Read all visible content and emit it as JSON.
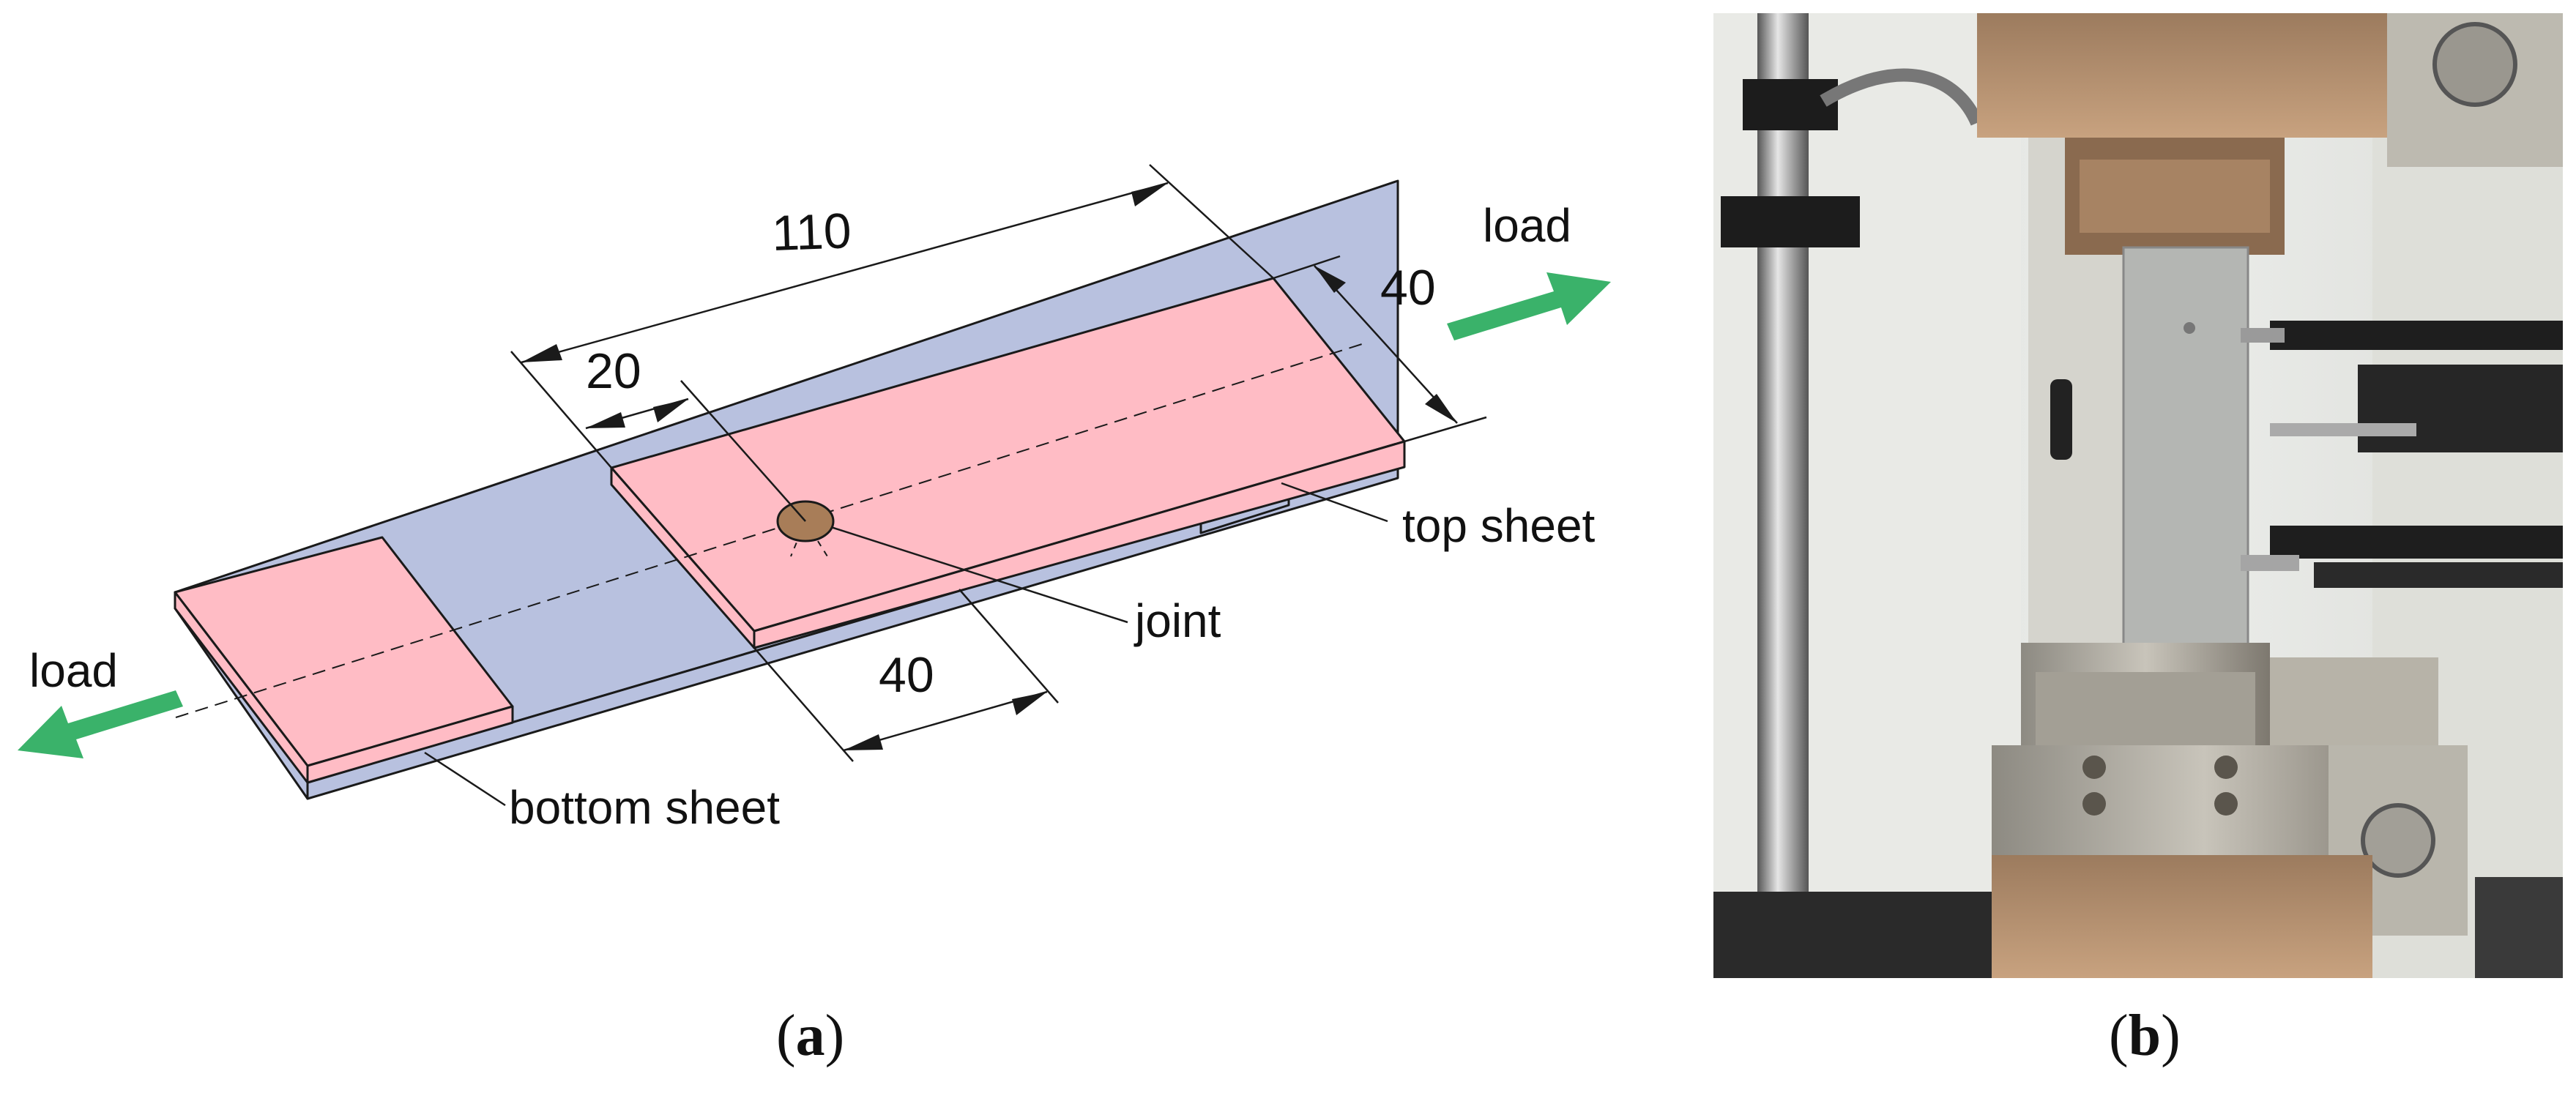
{
  "figure": {
    "diagram": {
      "dimensions": {
        "overall_length": "110",
        "overlap_edge": "20",
        "width": "40",
        "bottom_overlap": "40"
      },
      "labels": {
        "load_left": "load",
        "load_right": "load",
        "top_sheet": "top sheet",
        "bottom_sheet": "bottom sheet",
        "joint": "joint"
      },
      "colors": {
        "top_sheet": "#ffbcc5",
        "bottom_sheet": "#b8c1df",
        "joint": "#a87d58",
        "load_arrow": "#3ab26a"
      }
    },
    "photo": {},
    "captions": {
      "a_open": "(",
      "a_letter": "a",
      "a_close": ")",
      "b_open": "(",
      "b_letter": "b",
      "b_close": ")"
    }
  }
}
